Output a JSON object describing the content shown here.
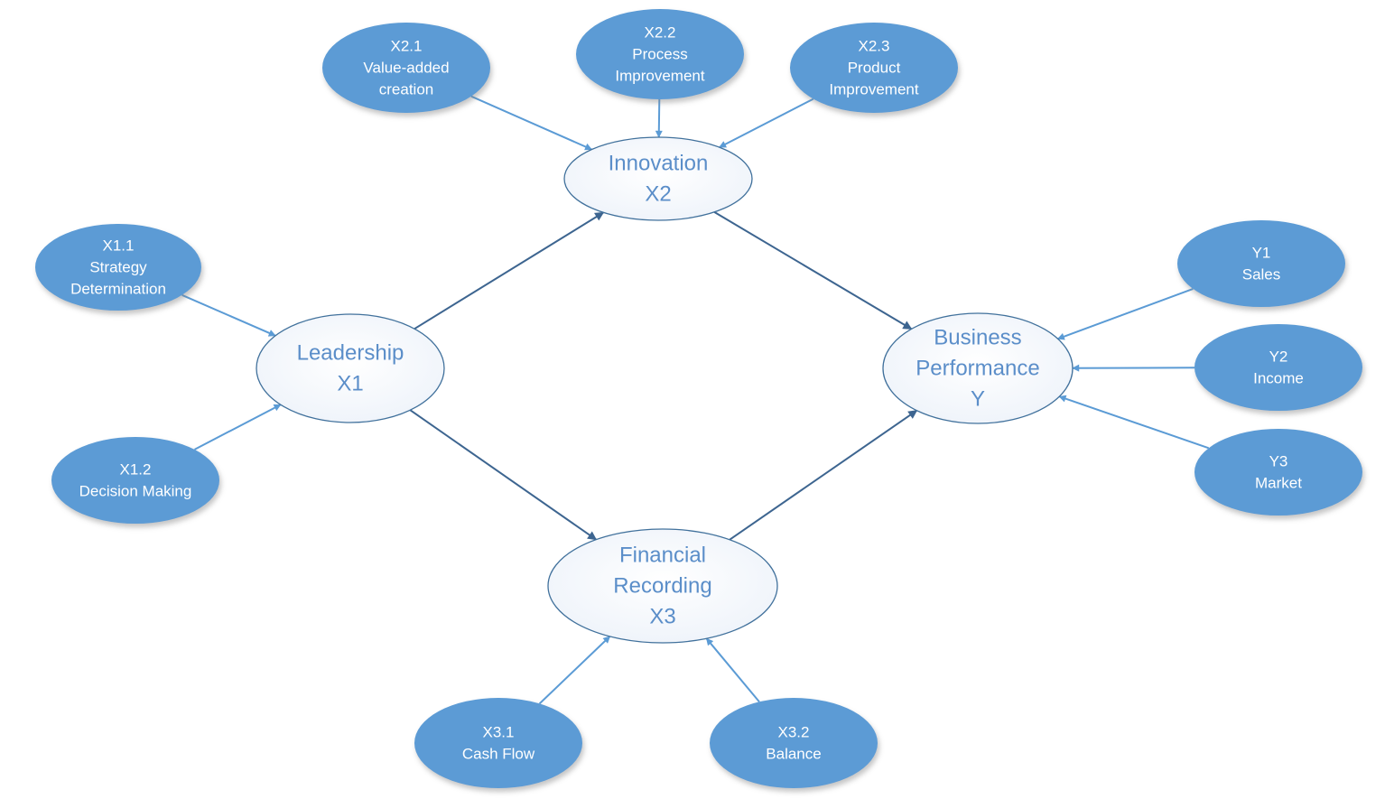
{
  "colors": {
    "indicator_fill": "#5b9bd5",
    "indicator_text": "#ffffff",
    "construct_fill": "#ffffff",
    "construct_stroke": "#41719c",
    "construct_text": "#5b8ec9",
    "indicator_arrow": "#5b9bd5",
    "path_arrow": "#3d6590"
  },
  "constructs": {
    "x1": {
      "lines": [
        "Leadership",
        "X1"
      ]
    },
    "x2": {
      "lines": [
        "Innovation",
        "X2"
      ]
    },
    "x3": {
      "lines": [
        "Financial",
        "Recording",
        "X3"
      ]
    },
    "y": {
      "lines": [
        "Business",
        "Performance",
        "Y"
      ]
    }
  },
  "indicators": {
    "x1_1": {
      "lines": [
        "X1.1",
        "Strategy",
        "Determination"
      ]
    },
    "x1_2": {
      "lines": [
        "X1.2",
        "Decision Making"
      ]
    },
    "x2_1": {
      "lines": [
        "X2.1",
        "Value-added",
        "creation"
      ]
    },
    "x2_2": {
      "lines": [
        "X2.2",
        "Process",
        "Improvement"
      ]
    },
    "x2_3": {
      "lines": [
        "X2.3",
        "Product",
        "Improvement"
      ]
    },
    "x3_1": {
      "lines": [
        "X3.1",
        "Cash Flow"
      ]
    },
    "x3_2": {
      "lines": [
        "X3.2",
        "Balance"
      ]
    },
    "y1": {
      "lines": [
        "Y1",
        "Sales"
      ]
    },
    "y2": {
      "lines": [
        "Y2",
        "Income"
      ]
    },
    "y3": {
      "lines": [
        "Y3",
        "Market"
      ]
    }
  },
  "relations": [
    {
      "from": "x1_1",
      "to": "x1",
      "kind": "indicator"
    },
    {
      "from": "x1_2",
      "to": "x1",
      "kind": "indicator"
    },
    {
      "from": "x2_1",
      "to": "x2",
      "kind": "indicator"
    },
    {
      "from": "x2_2",
      "to": "x2",
      "kind": "indicator"
    },
    {
      "from": "x2_3",
      "to": "x2",
      "kind": "indicator"
    },
    {
      "from": "x3_1",
      "to": "x3",
      "kind": "indicator"
    },
    {
      "from": "x3_2",
      "to": "x3",
      "kind": "indicator"
    },
    {
      "from": "y1",
      "to": "y",
      "kind": "indicator"
    },
    {
      "from": "y2",
      "to": "y",
      "kind": "indicator"
    },
    {
      "from": "y3",
      "to": "y",
      "kind": "indicator"
    },
    {
      "from": "x1",
      "to": "x2",
      "kind": "path"
    },
    {
      "from": "x1",
      "to": "x3",
      "kind": "path"
    },
    {
      "from": "x2",
      "to": "y",
      "kind": "path"
    },
    {
      "from": "x3",
      "to": "y",
      "kind": "path"
    }
  ]
}
